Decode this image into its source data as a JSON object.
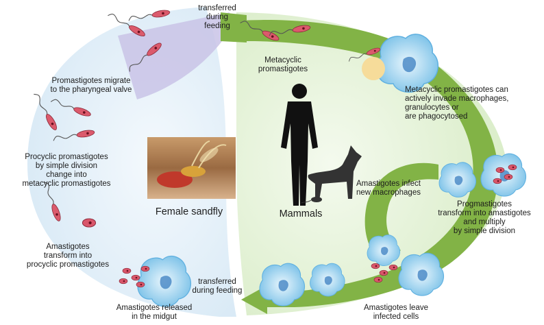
{
  "labels": {
    "transferred_during_feeding_top": "transferred\nduring\nfeeding",
    "metacyclic_promastigotes": "Metacyclic\npromastigotes",
    "promastigotes_migrate": "Promastigotes migrate\nto the pharyngeal valve",
    "metacyclic_invade": "Metacyclic promastigotes can\nactively invade macrophages,\ngranulocytes or\nare phagocytosed",
    "procyclic_change": "Procyclic promastigotes\nby simple division\nchange into\nmetacyclic promastigotes",
    "amastigotes_infect": "Amastigotes infect\nnew macrophages",
    "progmastigotes_transform": "Progmastigotes\ntransform into amastigotes\nand multiply\nby simple division",
    "female_sandfly": "Female sandfly",
    "mammals": "Mammals",
    "amastigotes_transform": "Amastigotes\ntransform into\nprocyclic promastigotes",
    "transferred_during_feeding_bottom": "transferred\nduring feeding",
    "amastigotes_released": "Amastigotes released\nin the midgut",
    "amastigotes_leave": "Amastigotes leave\ninfected cells"
  },
  "colors": {
    "sandfly_zone": "#e1eef8",
    "mammal_zone": "#e4f2d6",
    "green_arrow": "#82b346",
    "lavender_wedge": "#c9c3e6",
    "parasite": "#d9566a",
    "macrophage": "#9fd0ec"
  },
  "icons": [
    "sandfly-photo",
    "human-silhouette-icon",
    "dog-silhouette-icon",
    "mouse-silhouette-icon",
    "promastigote-icon",
    "macrophage-icon",
    "amastigote-icon"
  ]
}
